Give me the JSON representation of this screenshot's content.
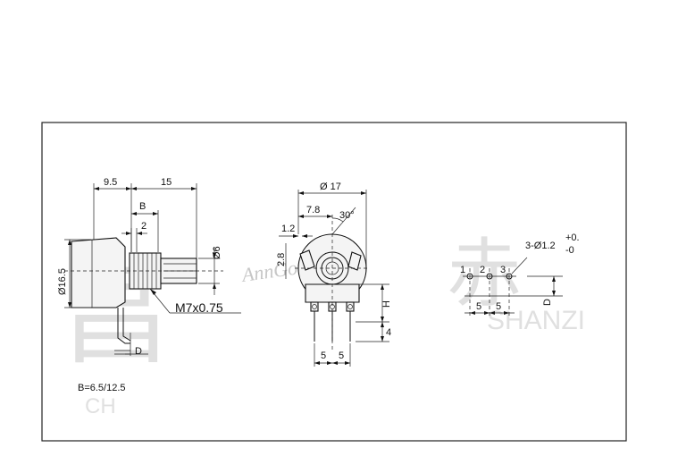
{
  "watermark": {
    "left_glyph": "昌",
    "left_small": "CH",
    "script_text": "AnnGong",
    "right_glyph": "赤",
    "right_small": "SHANZI"
  },
  "side_view": {
    "dim_9_5": "9.5",
    "dim_15": "15",
    "dim_b": "B",
    "dim_2": "2",
    "dim_dia_16_5": "Ø16.5",
    "dim_dia_6": "Ø6",
    "thread": "M7x0.75",
    "dim_d": "D",
    "b_values": "B=6.5/12.5"
  },
  "front_view": {
    "dim_dia_17": "Ø 17",
    "dim_7_8": "7.8",
    "angle_30": "30°",
    "dim_1_2": "1.2",
    "dim_2_8": "2.8",
    "dim_h": "H",
    "dim_4": "4",
    "dim_5_left": "5",
    "dim_5_right": "5"
  },
  "pcb_view": {
    "pin_1": "1",
    "pin_2": "2",
    "pin_3": "3",
    "hole_spec": "3-Ø1.2",
    "tol_plus": "+0.",
    "tol_minus": "-0",
    "dim_5_left": "5",
    "dim_5_right": "5",
    "dim_d": "D"
  }
}
